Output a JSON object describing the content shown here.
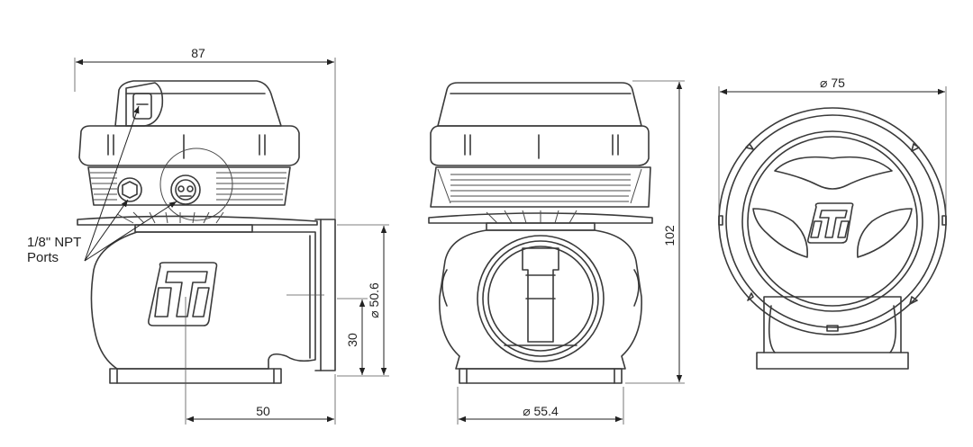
{
  "dimensions": {
    "overall_width": "87",
    "inlet_offset": "50",
    "outlet_diameter": "⌀ 50.6",
    "outlet_offset": "30",
    "inlet_diameter": "⌀ 55.4",
    "height": "102",
    "top_diameter": "⌀ 75"
  },
  "callout": {
    "line1": "1/8\" NPT",
    "line2": "Ports"
  },
  "logo": "turbosmart-logo"
}
